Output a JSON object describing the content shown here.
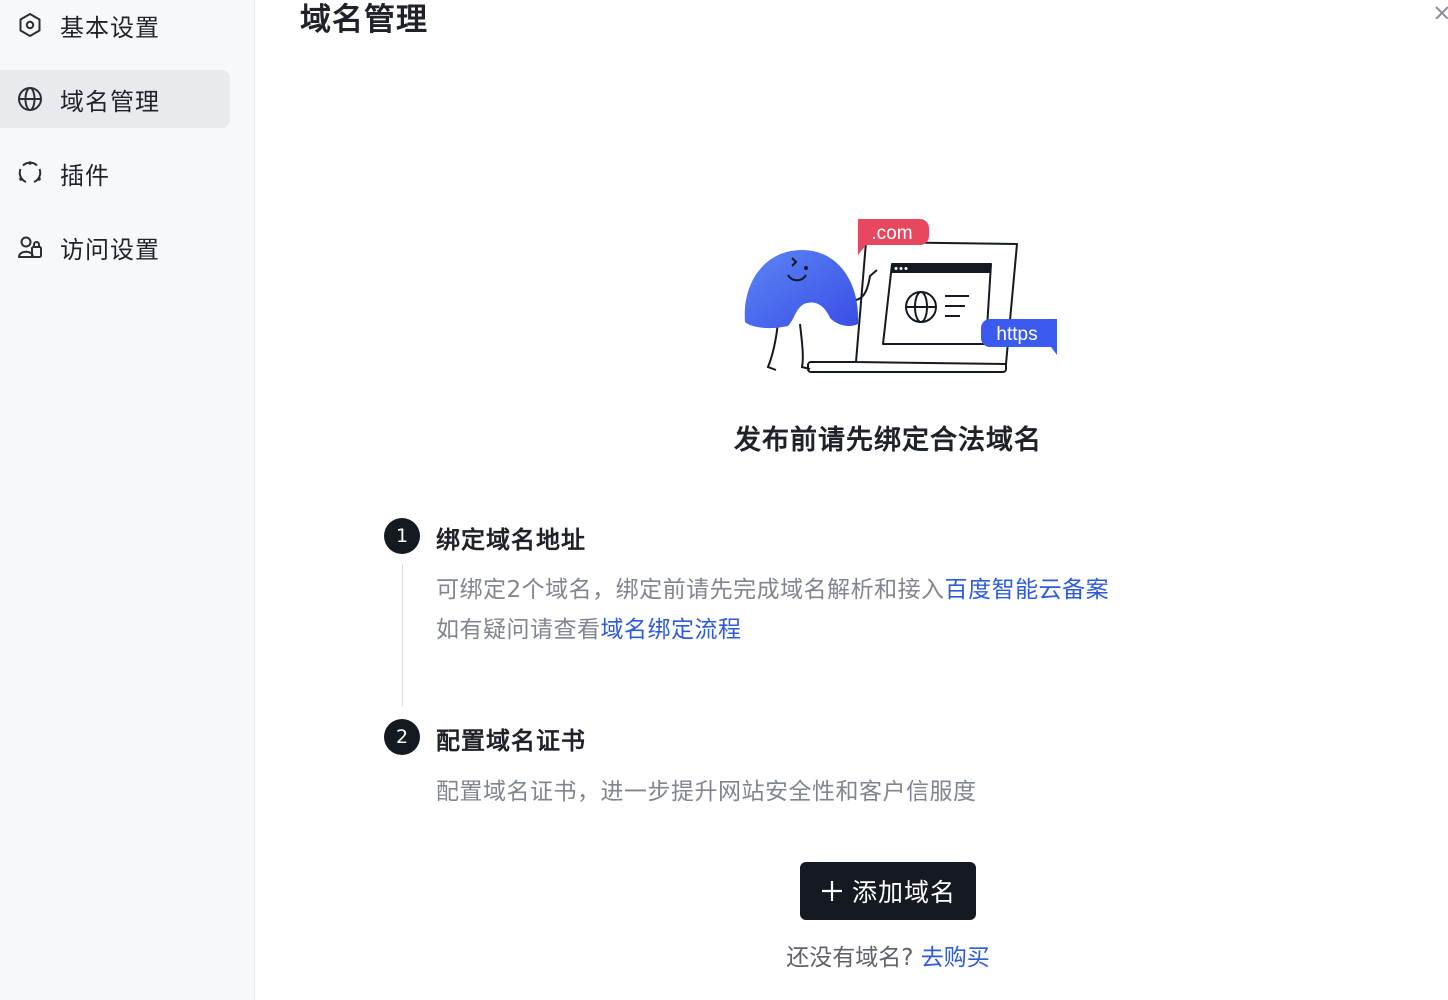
{
  "sidebar": {
    "items": [
      {
        "label": "基本设置",
        "icon": "gear-icon",
        "active": false
      },
      {
        "label": "域名管理",
        "icon": "globe-icon",
        "active": true
      },
      {
        "label": "插件",
        "icon": "plugin-icon",
        "active": false
      },
      {
        "label": "访问设置",
        "icon": "users-icon",
        "active": false
      }
    ]
  },
  "main": {
    "title": "域名管理",
    "illustration": {
      "badge_top": ".com",
      "badge_bottom": "https"
    },
    "headline": "发布前请先绑定合法域名",
    "steps": [
      {
        "number": "1",
        "title": "绑定域名地址",
        "line1_text": "可绑定2个域名，绑定前请先完成域名解析和接入",
        "line1_link": "百度智能云备案",
        "line2_text": "如有疑问请查看",
        "line2_link": "域名绑定流程"
      },
      {
        "number": "2",
        "title": "配置域名证书",
        "desc": "配置域名证书，进一步提升网站安全性和客户信服度"
      }
    ],
    "add_button_label": "添加域名",
    "footer_text": "还没有域名?",
    "footer_link": "去购买"
  },
  "colors": {
    "link": "#2d5bdc",
    "dark": "#151a22",
    "badge_com": "#e8485f",
    "badge_https": "#3b5bf0"
  }
}
